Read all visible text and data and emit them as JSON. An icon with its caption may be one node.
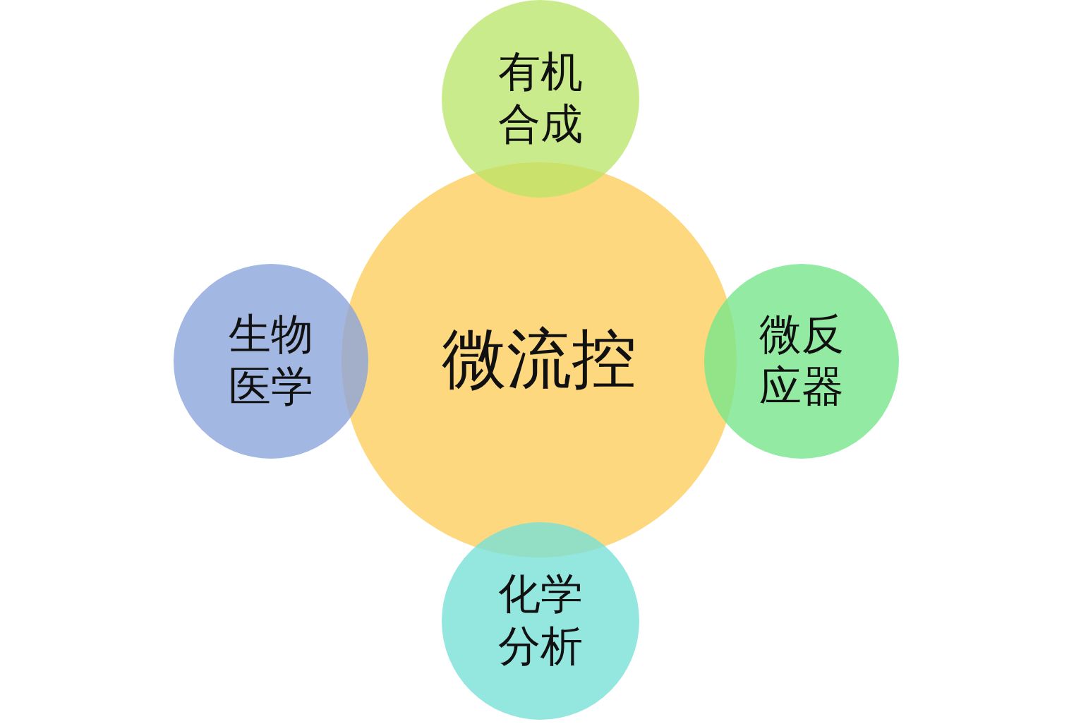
{
  "diagram": {
    "nodes": [
      {
        "text": [
          "微流控"
        ]
      },
      {
        "text": [
          "有机合成"
        ]
      },
      {
        "text": [
          "生物医学"
        ]
      },
      {
        "text": [
          "微反应器"
        ]
      },
      {
        "text": [
          "化学分析"
        ]
      }
    ]
  }
}
